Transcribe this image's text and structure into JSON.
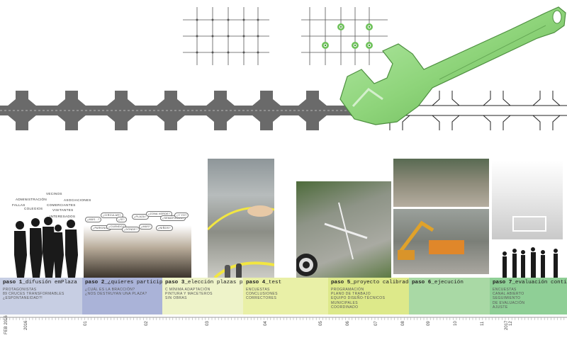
{
  "colors": {
    "step1": "#c7cee3",
    "step2": "#aab3d8",
    "step3": "#eef3c9",
    "step4": "#e9f0a7",
    "step5": "#dde98a",
    "step6": "#a9d9a5",
    "step7": "#8fcf96",
    "wrench": "#8ed47a",
    "street": "#666666"
  },
  "steps": [
    {
      "num": "paso 1",
      "name": "_difusión emPlaza",
      "lines": [
        "PROTAGONISTAS",
        "89 CRUCES TRANSFORMABLES",
        "¿ESPONTANEIDAD?!"
      ]
    },
    {
      "num": "paso 2",
      "name": "_¿quieres participar?",
      "lines": [
        "¿CUÁL ES LA BRACCIÓN?",
        "¿NOS DESTRUYAN UNA PLAZA?"
      ]
    },
    {
      "num": "paso 3",
      "name": "_elección plazas piloto",
      "lines": [
        "C MÍNIMA ADAPTACIÓN",
        "PINTURA Y MACETEROS",
        "SIN OBRAS"
      ]
    },
    {
      "num": "paso 4",
      "name": "_test",
      "lines": [
        "ENCUESTAS",
        "CONCLUSIONES",
        "CORRECTORES"
      ]
    },
    {
      "num": "paso 5",
      "name": "_proyecto calibrado",
      "lines": [
        "PROGRAMACIÓN",
        "PLANO DE TRABAJO",
        "EQUIPO DISEÑO-TÉCNICOS MUNICIPALES",
        "COORDINADO"
      ]
    },
    {
      "num": "paso 6",
      "name": "_ejecución",
      "lines": []
    },
    {
      "num": "paso 7",
      "name": "_evaluación continua",
      "lines": [
        "ENCUESTAS",
        "CANAL ABIERTO",
        "SEGUIMIENTO",
        "DE EVALUACIÓN",
        "AJUSTE"
      ]
    }
  ],
  "timeline": {
    "start_label": "FEB 2016",
    "year_label": "2016",
    "months": [
      "01",
      "02",
      "03",
      "04",
      "05",
      "06",
      "07",
      "08",
      "09",
      "10",
      "11",
      "12",
      "2017"
    ]
  },
  "crowd_labels": [
    "VECINOS",
    "ADMINISTRACIÓN",
    "ASOCIACIONES",
    "FALLAS",
    "COMERCIANTES",
    "COLEGIOS",
    "VISITANTES",
    "INTERESADOS"
  ],
  "speech_bubbles": [
    "¿MÁS...?",
    "¿CIRCULAR?",
    "¿SÍ?",
    "¿PLAZA?",
    "¿ZONA VERDE?",
    "¿SEMÁFOROS?",
    "¿Y YO?",
    "¿PARKING?",
    "¿CUÁNDO?",
    "¿DÓNDE?",
    "¿MÁS?",
    "¿NIÑOS?"
  ]
}
